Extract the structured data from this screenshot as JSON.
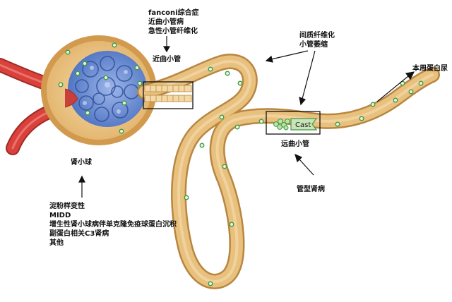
{
  "labels": {
    "glomerulus": "肾小球",
    "glomerulus_causes": [
      "淀粉样变性",
      "MIDD",
      "增生性肾小球病伴单克隆免疫球蛋白沉积",
      "副蛋白相关C3肾病",
      "其他"
    ],
    "proximal_causes": [
      "fanconi综合症",
      "近曲小管病",
      "急性小管纤维化"
    ],
    "proximal_tubule": "近曲小管",
    "interstitial": [
      "间质纤维化",
      "小管萎缩"
    ],
    "proteinuria": "本周蛋白尿",
    "distal_tubule": "远曲小管",
    "cast_nephropathy": "管型肾病",
    "cast": "Cast"
  },
  "colors": {
    "tubule_fill": "#e8c17f",
    "tubule_edge": "#b98640",
    "vessel_red": "#d9413a",
    "glomerulus_blue": "#4f78c2",
    "particle_green": "#3f9a43"
  }
}
